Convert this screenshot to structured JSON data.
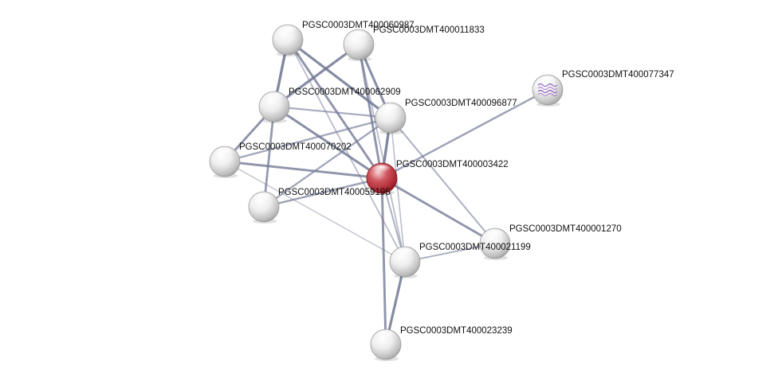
{
  "network": {
    "colors": {
      "background": "#ffffff",
      "edge": "#6e7593",
      "query_node": "#b8323c",
      "node": "#d9d9d9",
      "label": "#111111"
    },
    "nodes": [
      {
        "id": "PGSC0003DMT400060987",
        "label": "PGSC0003DMT400060987",
        "query": false
      },
      {
        "id": "PGSC0003DMT400011833",
        "label": "PGSC0003DMT400011833",
        "query": false
      },
      {
        "id": "PGSC0003DMT400077347",
        "label": "PGSC0003DMT400077347",
        "query": false,
        "has_structure_image": true
      },
      {
        "id": "PGSC0003DMT400062909",
        "label": "PGSC0003DMT400062909",
        "query": false
      },
      {
        "id": "PGSC0003DMT400096877",
        "label": "PGSC0003DMT400096877",
        "query": false
      },
      {
        "id": "PGSC0003DMT400070202",
        "label": "PGSC0003DMT400070202",
        "query": false
      },
      {
        "id": "PGSC0003DMT400003422",
        "label": "PGSC0003DMT400003422",
        "query": true
      },
      {
        "id": "PGSC0003DMT400059195",
        "label": "PGSC0003DMT400059195",
        "query": false
      },
      {
        "id": "PGSC0003DMT400001270",
        "label": "PGSC0003DMT400001270",
        "query": false
      },
      {
        "id": "PGSC0003DMT400021199",
        "label": "PGSC0003DMT400021199",
        "query": false
      },
      {
        "id": "PGSC0003DMT400023239",
        "label": "PGSC0003DMT400023239",
        "query": false
      }
    ],
    "edges": [
      {
        "source": "PGSC0003DMT400060987",
        "target": "PGSC0003DMT400062909",
        "weight": 0.9
      },
      {
        "source": "PGSC0003DMT400060987",
        "target": "PGSC0003DMT400096877",
        "weight": 0.85
      },
      {
        "source": "PGSC0003DMT400060987",
        "target": "PGSC0003DMT400003422",
        "weight": 0.75
      },
      {
        "source": "PGSC0003DMT400060987",
        "target": "PGSC0003DMT400021199",
        "weight": 0.35
      },
      {
        "source": "PGSC0003DMT400011833",
        "target": "PGSC0003DMT400062909",
        "weight": 0.85
      },
      {
        "source": "PGSC0003DMT400011833",
        "target": "PGSC0003DMT400096877",
        "weight": 0.8
      },
      {
        "source": "PGSC0003DMT400011833",
        "target": "PGSC0003DMT400003422",
        "weight": 0.75
      },
      {
        "source": "PGSC0003DMT400011833",
        "target": "PGSC0003DMT400021199",
        "weight": 0.35
      },
      {
        "source": "PGSC0003DMT400062909",
        "target": "PGSC0003DMT400096877",
        "weight": 0.5
      },
      {
        "source": "PGSC0003DMT400062909",
        "target": "PGSC0003DMT400003422",
        "weight": 0.8
      },
      {
        "source": "PGSC0003DMT400062909",
        "target": "PGSC0003DMT400070202",
        "weight": 0.75
      },
      {
        "source": "PGSC0003DMT400062909",
        "target": "PGSC0003DMT400059195",
        "weight": 0.7
      },
      {
        "source": "PGSC0003DMT400096877",
        "target": "PGSC0003DMT400003422",
        "weight": 0.9
      },
      {
        "source": "PGSC0003DMT400096877",
        "target": "PGSC0003DMT400070202",
        "weight": 0.55
      },
      {
        "source": "PGSC0003DMT400096877",
        "target": "PGSC0003DMT400059195",
        "weight": 0.55
      },
      {
        "source": "PGSC0003DMT400096877",
        "target": "PGSC0003DMT400021199",
        "weight": 0.3
      },
      {
        "source": "PGSC0003DMT400096877",
        "target": "PGSC0003DMT400001270",
        "weight": 0.45
      },
      {
        "source": "PGSC0003DMT400003422",
        "target": "PGSC0003DMT400077347",
        "weight": 0.6
      },
      {
        "source": "PGSC0003DMT400003422",
        "target": "PGSC0003DMT400070202",
        "weight": 0.75
      },
      {
        "source": "PGSC0003DMT400003422",
        "target": "PGSC0003DMT400059195",
        "weight": 0.6
      },
      {
        "source": "PGSC0003DMT400003422",
        "target": "PGSC0003DMT400001270",
        "weight": 0.75
      },
      {
        "source": "PGSC0003DMT400003422",
        "target": "PGSC0003DMT400021199",
        "weight": 0.45
      },
      {
        "source": "PGSC0003DMT400003422",
        "target": "PGSC0003DMT400023239",
        "weight": 0.75
      },
      {
        "source": "PGSC0003DMT400070202",
        "target": "PGSC0003DMT400021199",
        "weight": 0.25
      },
      {
        "source": "PGSC0003DMT400021199",
        "target": "PGSC0003DMT400001270",
        "weight": 0.45
      },
      {
        "source": "PGSC0003DMT400021199",
        "target": "PGSC0003DMT400023239",
        "weight": 0.85
      }
    ]
  }
}
